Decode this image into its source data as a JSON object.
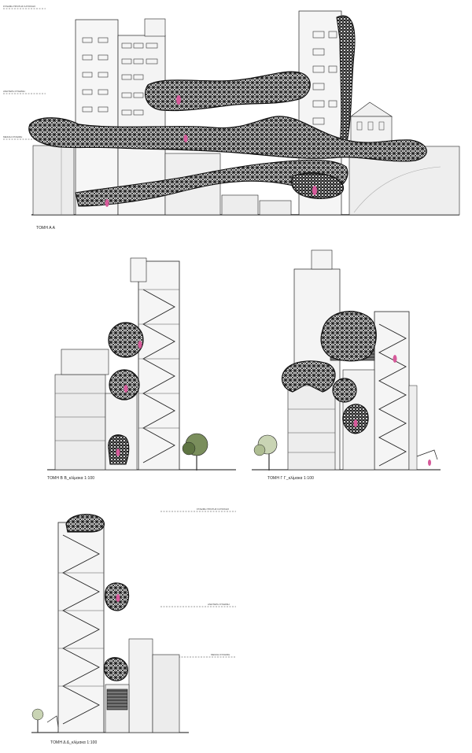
{
  "sections": {
    "aa": {
      "caption": "ΤΟΜΗ Α Α",
      "levels": [
        "ΣΤΑΘΜΗ ΠΡΩΤΗΣ ΚΑΤΟΙΚΗΣ",
        "ΑΝΩΤΕΡΗ ΣΤΑΘΜΗ",
        "ΜΕΣΑΙΑ ΣΤΑΘΜΗ"
      ]
    },
    "bb": {
      "caption": "ΤΟΜΗ Β Β_κλίμακα 1:100"
    },
    "gg": {
      "caption": "ΤΟΜΗ Γ Γ_κλίμακα 1:100"
    },
    "dd": {
      "caption": "ΤΟΜΗ Δ Δ_κλίμακα 1:100",
      "levels": [
        "ΣΤΑΘΜΗ ΠΡΩΤΗΣ ΚΑΤΟΙΚΗΣ",
        "ΑΝΩΤΕΡΗ ΣΤΑΘΜΗ",
        "ΜΕΣΑΙΑ ΣΤΑΘΜΗ"
      ]
    }
  },
  "colors": {
    "ink": "#111111",
    "mesh": "#1a1a1a",
    "wall": "#e6e6e6",
    "wall_light": "#f3f3f3",
    "figure": "#d65a9a",
    "tree": "#5a7a3a"
  }
}
